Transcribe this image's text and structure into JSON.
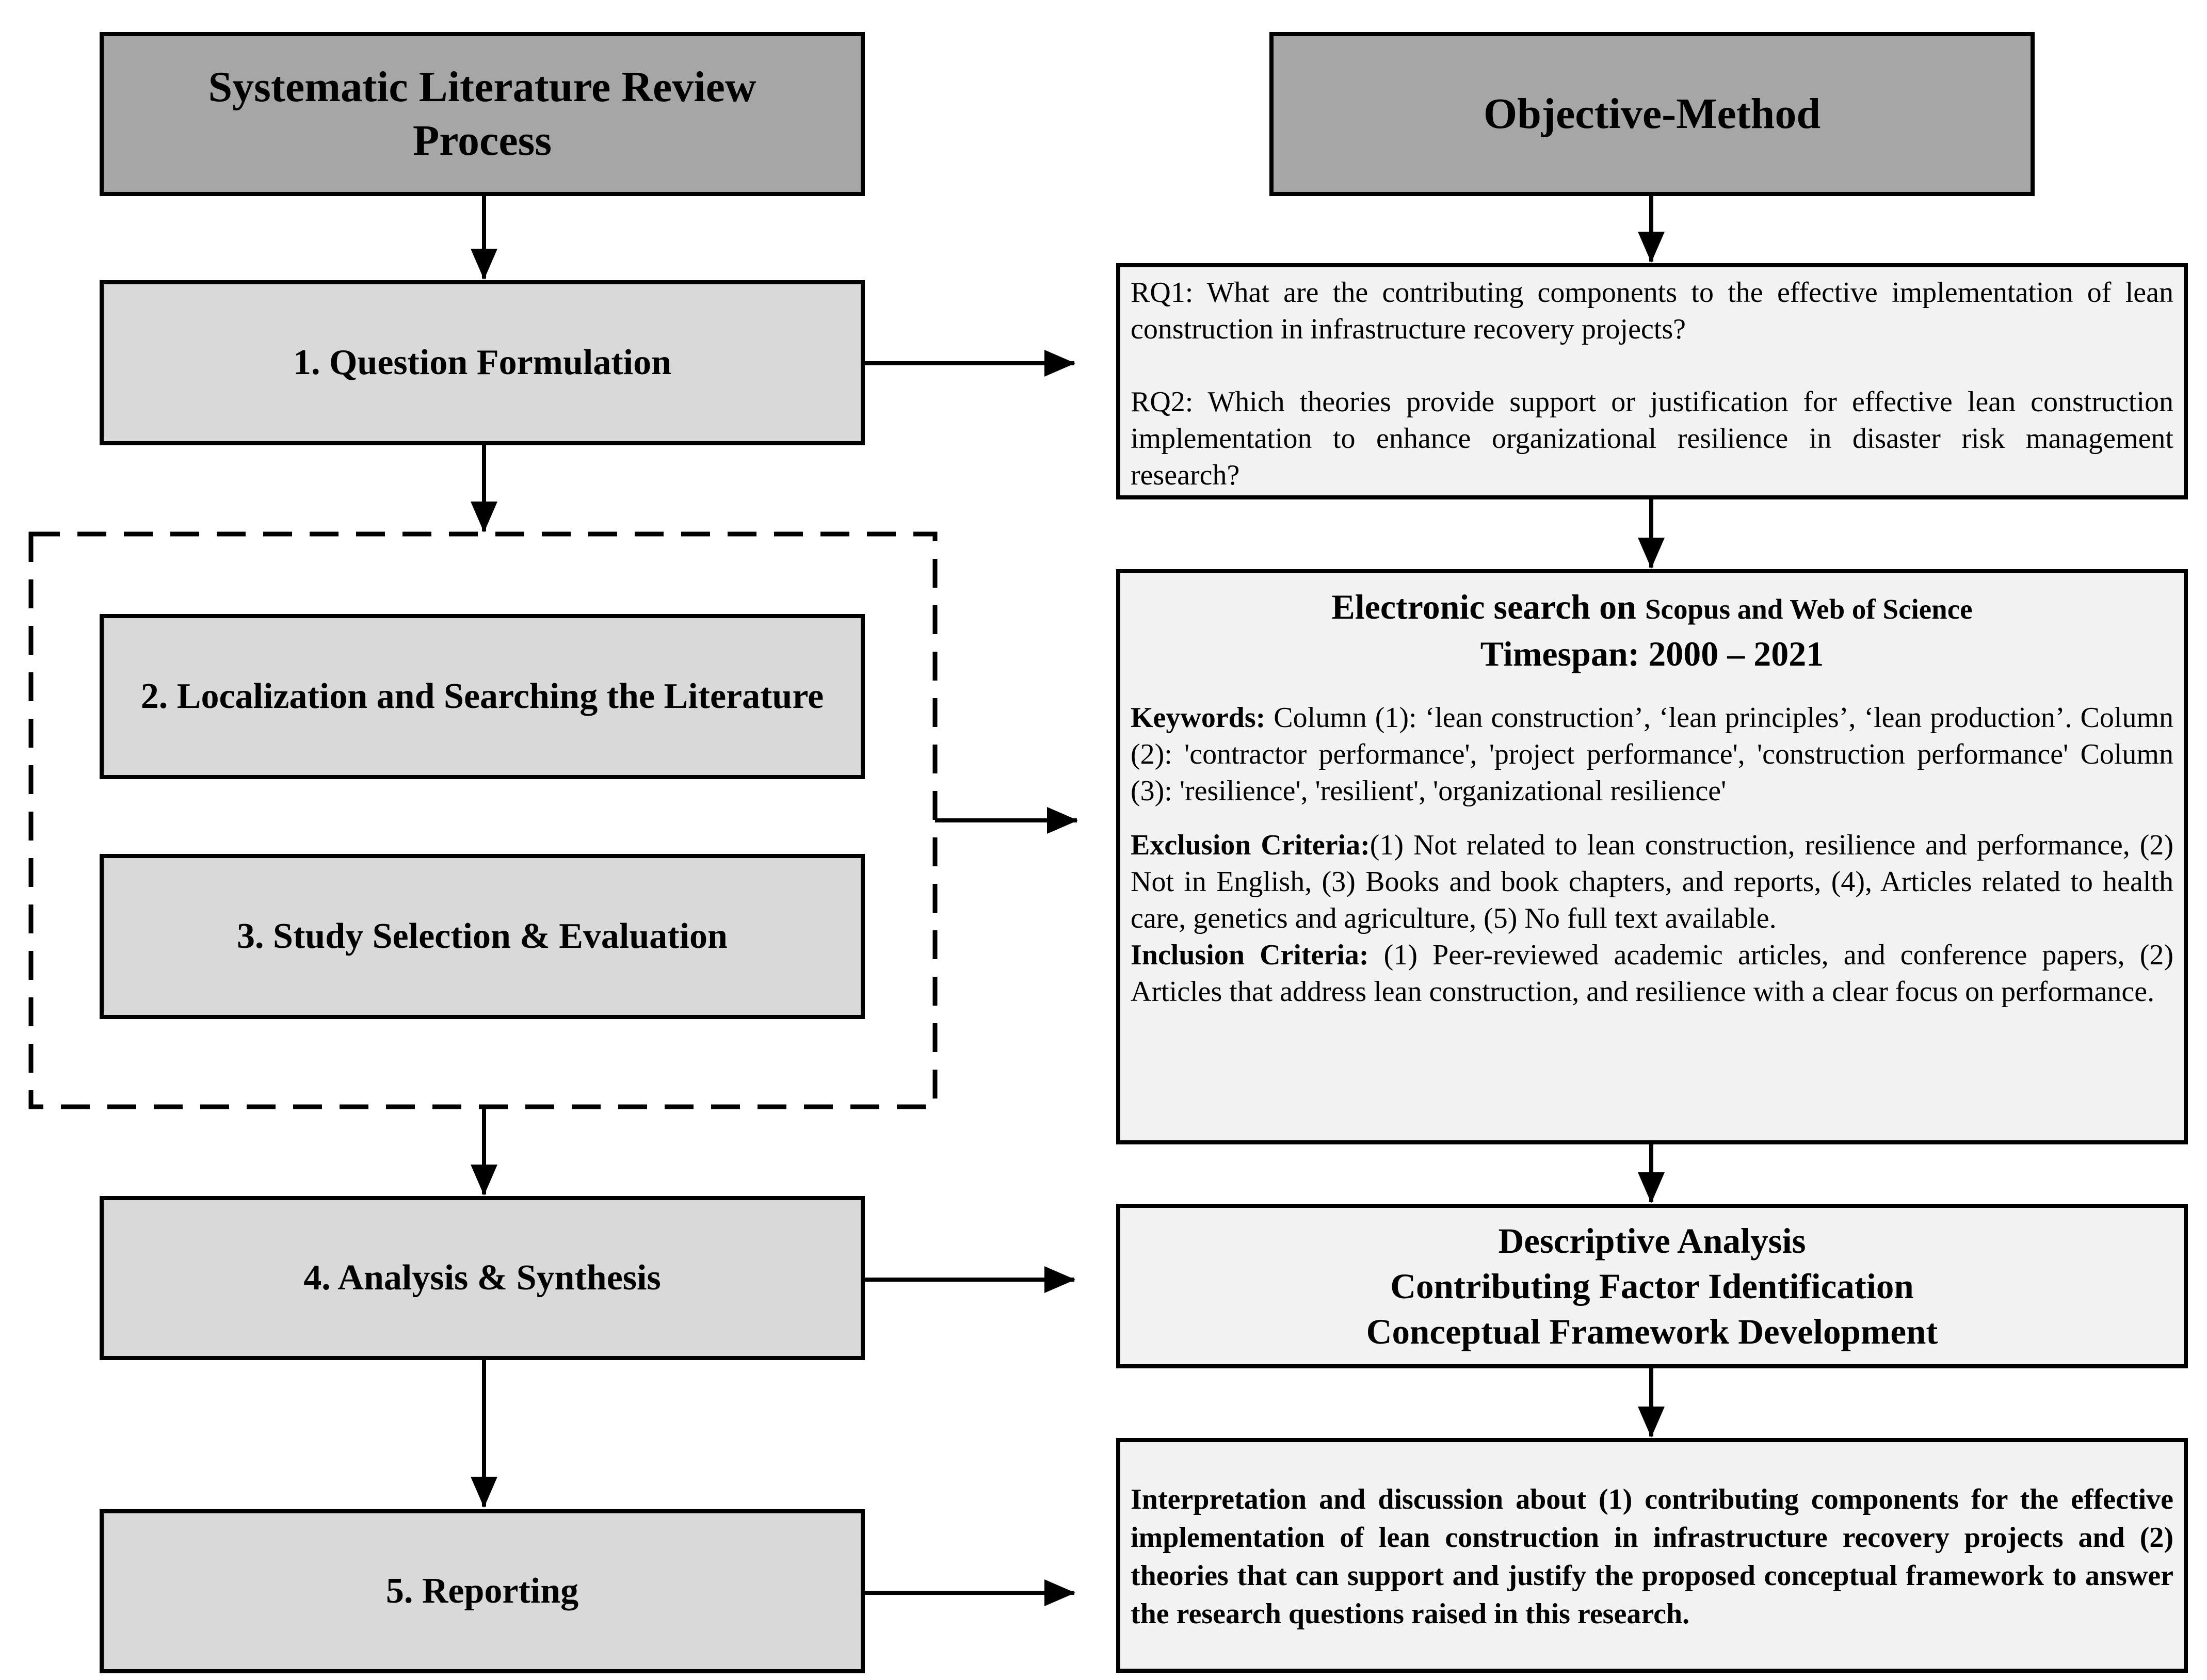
{
  "left": {
    "header": "Systematic Literature Review Process",
    "steps": [
      "1. Question Formulation",
      "2. Localization and Searching the Literature",
      "3. Study Selection & Evaluation",
      "4. Analysis & Synthesis",
      "5. Reporting"
    ]
  },
  "right": {
    "header": "Objective-Method",
    "questions": {
      "rq1": "RQ1: What are the contributing components to the effective implementation of lean construction in infrastructure recovery projects?",
      "rq2": "RQ2: Which theories provide support or justification for effective lean construction implementation to enhance organizational resilience in disaster risk management research?"
    },
    "search": {
      "title_main": "Electronic search on",
      "title_databases": "Scopus and Web of Science",
      "timespan": "Timespan: 2000 – 2021",
      "keywords_label": "Keywords:",
      "keywords_text": "Column (1): ‘lean construction’, ‘lean principles’, ‘lean production’. Column (2): 'contractor performance', 'project performance', 'construction performance' Column (3): 'resilience', 'resilient', 'organizational resilience'",
      "exclusion_label": "Exclusion Criteria:",
      "exclusion_text": "(1) Not related to lean construction, resilience and performance, (2) Not in English, (3) Books and book chapters, and reports, (4), Articles related to  health care, genetics and agriculture, (5) No full text available.",
      "inclusion_label": "Inclusion Criteria:",
      "inclusion_text": " (1) Peer-reviewed academic articles, and conference papers, (2) Articles that address lean construction, and resilience with a clear focus on performance."
    },
    "analysis": [
      "Descriptive Analysis",
      "Contributing Factor Identification",
      "Conceptual Framework Development"
    ],
    "reporting": "Interpretation and discussion about (1) contributing components for the effective implementation of lean construction in infrastructure recovery projects and (2) theories that can support and justify the proposed conceptual framework to answer the research questions raised in this research."
  },
  "colors": {
    "header_fill": "#a6a6a6",
    "step_fill": "#d9d9d9",
    "info_fill": "#f2f2f2",
    "line": "#000000"
  }
}
